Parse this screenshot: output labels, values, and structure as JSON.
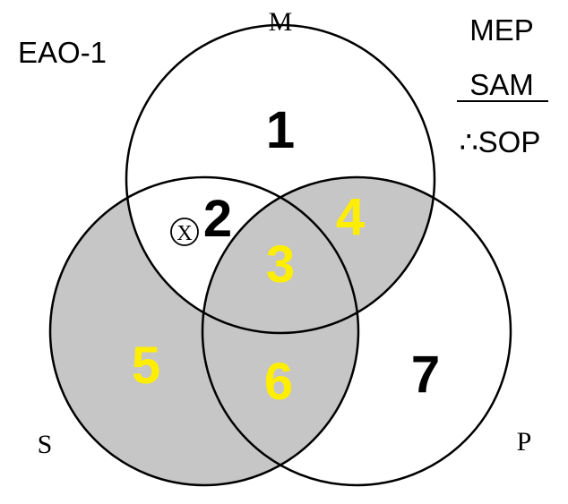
{
  "title": "EAO-1",
  "syllogism": {
    "major_premise": "MEP",
    "minor_premise": "SAM",
    "conclusion": "∴SOP"
  },
  "circles": {
    "m": {
      "label": "M"
    },
    "s": {
      "label": "S"
    },
    "p": {
      "label": "P"
    }
  },
  "regions": [
    {
      "id": "1",
      "label": "1",
      "shaded": false,
      "color": "#000000"
    },
    {
      "id": "2",
      "label": "2",
      "shaded": false,
      "color": "#000000"
    },
    {
      "id": "3",
      "label": "3",
      "shaded": true,
      "color": "#ffee00"
    },
    {
      "id": "4",
      "label": "4",
      "shaded": true,
      "color": "#ffee00"
    },
    {
      "id": "5",
      "label": "5",
      "shaded": true,
      "color": "#ffee00"
    },
    {
      "id": "6",
      "label": "6",
      "shaded": true,
      "color": "#ffee00"
    },
    {
      "id": "7",
      "label": "7",
      "shaded": false,
      "color": "#000000"
    }
  ],
  "existence_marker": {
    "symbol": "X",
    "region": "2"
  },
  "colors": {
    "shade": "#c6c6c6",
    "highlight_number": "#ffee00",
    "plain_number": "#000000",
    "outline": "#000000"
  }
}
